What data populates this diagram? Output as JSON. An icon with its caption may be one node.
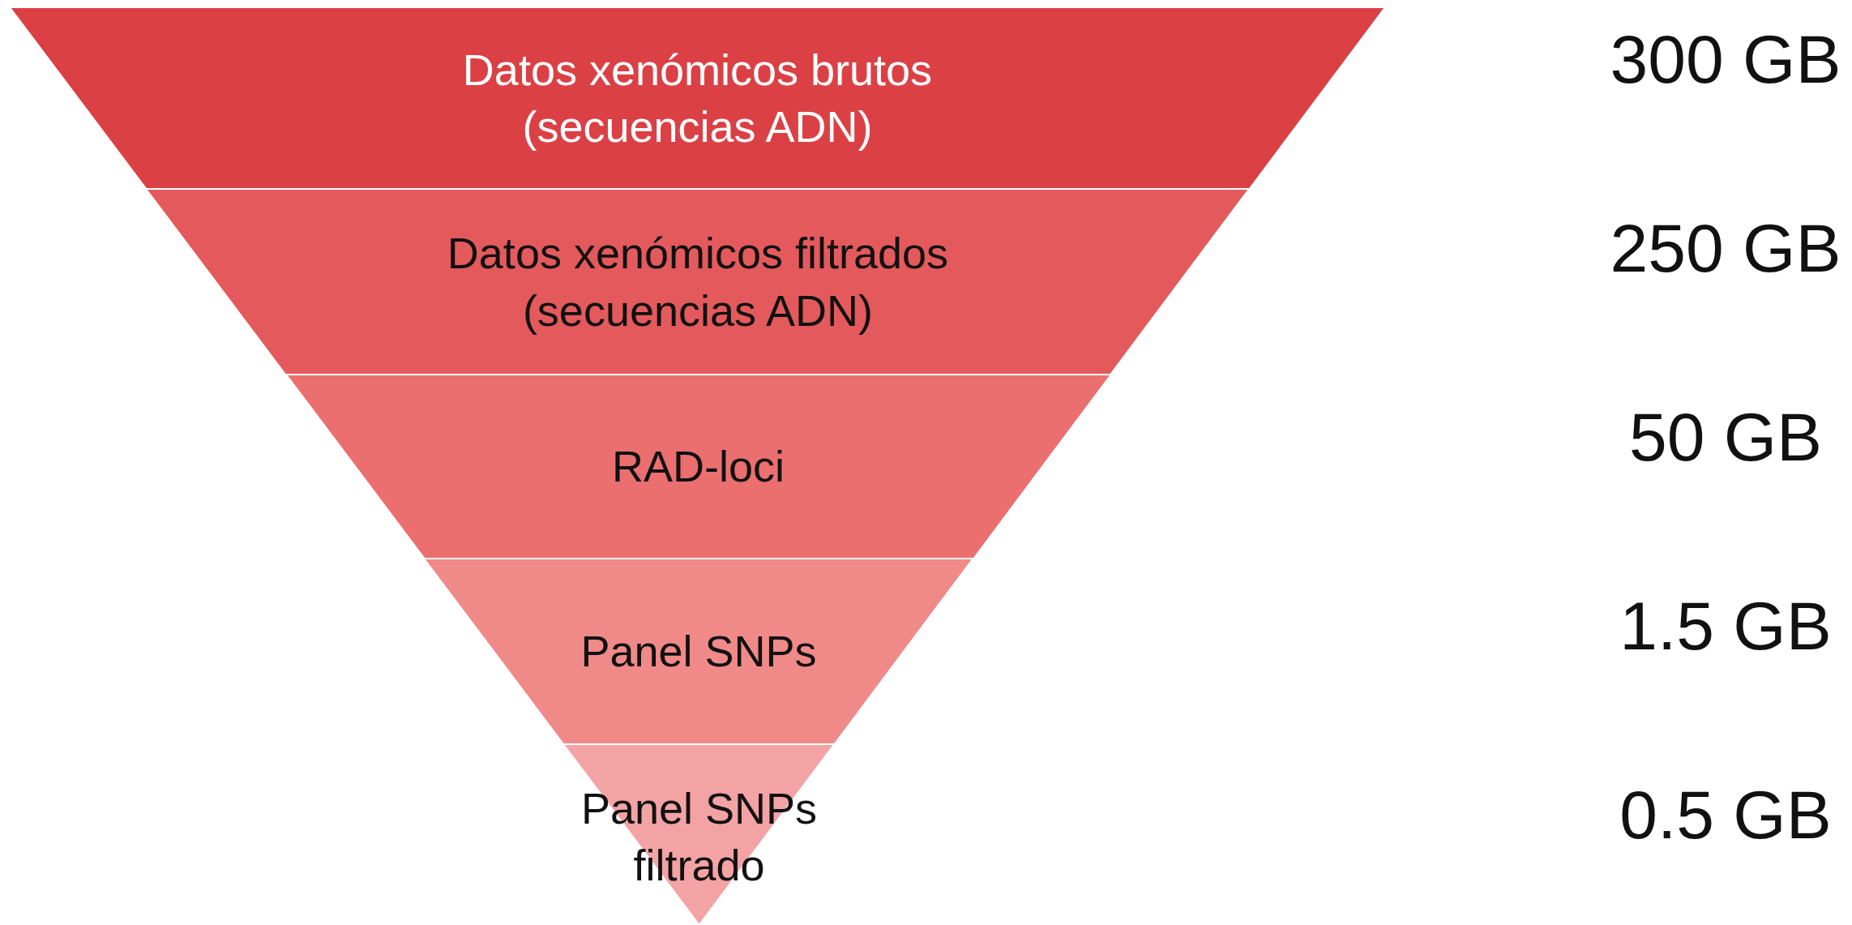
{
  "diagram": {
    "nodes": [
      {
        "text": [
          "Datos xenómicos brutos (secuencias ADN)"
        ]
      },
      {
        "text": [
          "Datos xenómicos filtrados (secuencias ADN)"
        ]
      },
      {
        "text": [
          "RAD-loci"
        ]
      },
      {
        "text": [
          "Panel SNPs"
        ]
      },
      {
        "text": [
          "Panel SNPs filtrado"
        ]
      }
    ],
    "labels": [
      "300 GB",
      "250 GB",
      "50 GB",
      "1.5 GB",
      "0.5 GB"
    ]
  }
}
